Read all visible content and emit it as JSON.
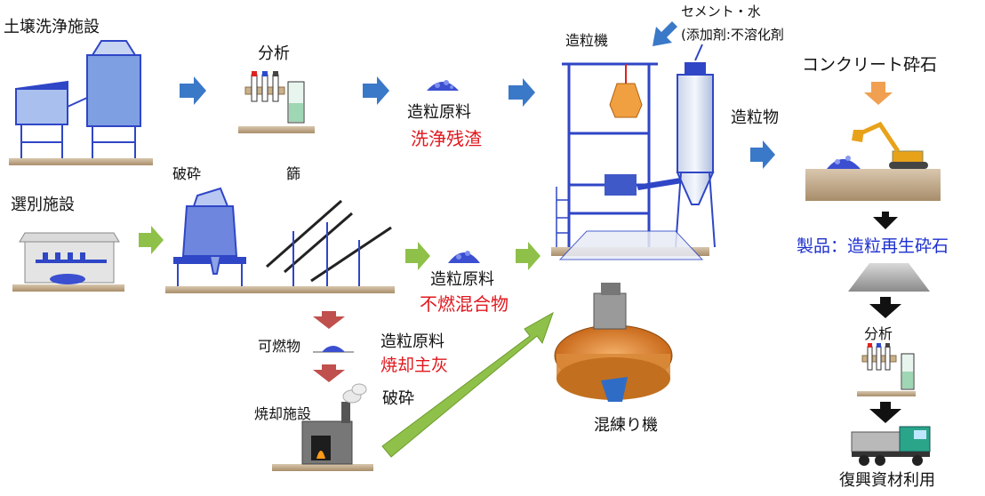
{
  "labels": {
    "soil_washing_facility": "土壌洗浄施設",
    "analysis_top": "分析",
    "granulation_material_1": "造粒原料",
    "washing_residue": "洗浄残渣",
    "granulator": "造粒機",
    "cement_water": "セメント・水",
    "additive": "(添加剤:不溶化剤",
    "granulated_product": "造粒物",
    "concrete_crushed_stone": "コンクリート砕石",
    "crushing_top": "破砕",
    "screen": "篩",
    "sorting_facility": "選別施設",
    "granulation_material_2": "造粒原料",
    "incombustible_mixture": "不燃混合物",
    "product": "製品：造粒再生砕石",
    "combustibles": "可燃物",
    "granulation_material_3": "造粒原料",
    "incineration_bottom_ash": "焼却主灰",
    "incineration_facility": "焼却施設",
    "crushing_bottom": "破砕",
    "kneading_mixer": "混練り機",
    "analysis_bottom": "分析",
    "reconstruction_material_use": "復興資材利用"
  },
  "colors": {
    "blue_arrow": "#3a78c8",
    "green_arrow": "#8fc04a",
    "red_arrow": "#c0504d",
    "orange_arrow": "#f0a050",
    "black_arrow": "#111111",
    "accent_red": "#e0181e",
    "accent_blue": "#1d2fd0",
    "machinery": "#2f46c6"
  },
  "icons": {
    "down_arrow": "black-down-arrow-icon",
    "flow_arrow": "flow-arrow-icon"
  }
}
